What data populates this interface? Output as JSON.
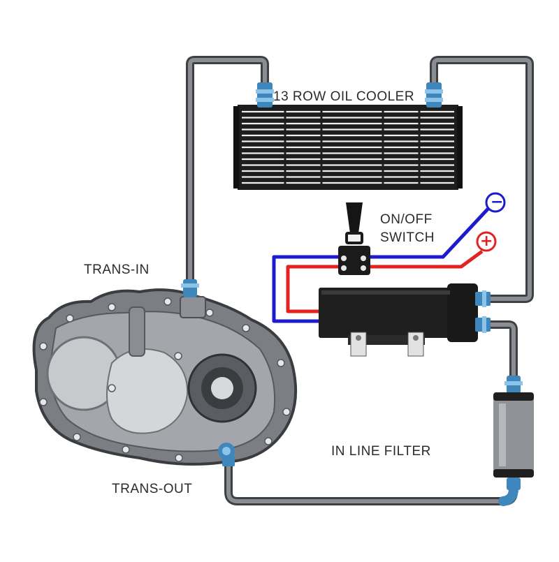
{
  "labels": {
    "cooler": "13 ROW OIL COOLER",
    "switch_line1": "ON/OFF",
    "switch_line2": "SWITCH",
    "trans_in": "TRANS-IN",
    "trans_out": "TRANS-OUT",
    "filter": "IN LINE FILTER",
    "negative": "−",
    "positive": "+"
  },
  "colors": {
    "hose": "#5e6166",
    "fitting": "#4a8fc4",
    "negative_wire": "#1c1ccc",
    "positive_wire": "#e32222",
    "cooler_body": "#1d1d1d",
    "pump_body": "#1f1f1f"
  }
}
